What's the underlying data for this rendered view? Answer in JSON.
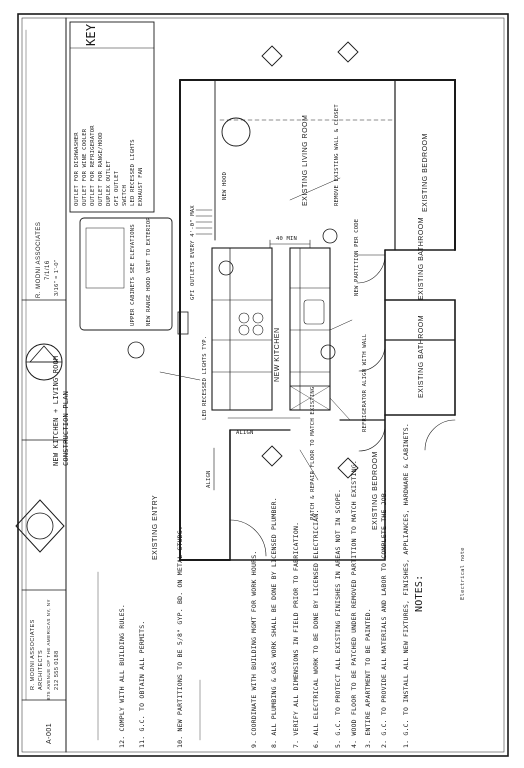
{
  "drawing": {
    "title_block": {
      "project": "NEW KITCHEN + LIVING ROOM",
      "sheet_title": "CONSTRUCTION PLAN",
      "scale": "3/16\" = 1'-0\"",
      "date": "7/1/16",
      "sheet_number": "A-001",
      "firm_name": "R. MODNI ASSOCIATES",
      "firm_type": "ARCHITECTS",
      "firm_address": "875 AVENUE OF THE AMERICAS NY, NY",
      "firm_phone": "212 555 0188"
    },
    "rooms": {
      "living": "EXISTING LIVING ROOM",
      "bedroom_top": "EXISTING BEDROOM",
      "bath_1": "EXISTING BATHROOM",
      "bath_2": "EXISTING BATHROOM",
      "bedroom_bottom": "EXISTING BEDROOM",
      "kitchen": "NEW KITCHEN",
      "entry": "EXISTING ENTRY"
    },
    "legend": {
      "header": "KEY",
      "items": [
        "OUTLET FOR DISHWASHER",
        "OUTLET FOR WINE COOLER",
        "OUTLET FOR REFRIGERATOR",
        "OUTLET FOR RANGE/HOOD",
        "DUPLEX OUTLET",
        "GFI OUTLET",
        "SWITCH",
        "LED RECESSED LIGHTS",
        "EXHAUST FAN"
      ]
    },
    "annotations": {
      "hood": "NEW HOOD",
      "align_1": "ALIGN",
      "align_2": "ALIGN",
      "dim_40": "40 MIN",
      "cabinet_note": "UPPER CABINETS SEE ELEVATIONS",
      "rangehood_note": "NEW RANGE HOOD VENT TO EXTERIOR",
      "refrigerator_note": "REFRIGERATOR ALIGN WITH WALL",
      "outlet_note": "GFI OUTLETS EVERY 4'-0\" MAX",
      "recessed_note": "LED RECESSED LIGHTS TYP.",
      "top_note": "REMOVE EXISTING WALL & CLOSET",
      "mid_note": "NEW PARTITION PER CODE",
      "bottom_note": "PATCH & REPAIR FLOOR TO MATCH EXISTING"
    },
    "notes": {
      "header": "NOTES:",
      "items": [
        "1. G.C. TO INSTALL ALL NEW FIXTURES, FINISHES, APPLIANCES, HARDWARE & CABINETS.",
        "2. G.C. TO PROVIDE ALL MATERIALS AND LABOR TO COMPLETE THE JOB.",
        "3. ENTIRE APARTMENT TO BE PAINTED.",
        "4. WOOD FLOOR TO BE PATCHED UNDER REMOVED PARTITION TO MATCH EXISTING.",
        "5. G.C. TO PROTECT ALL EXISTING FINISHES IN AREAS NOT IN SCOPE.",
        "6. ALL ELECTRICAL WORK TO BE DONE BY LICENSED ELECTRICIAN.",
        "7. VERIFY ALL DIMENSIONS IN FIELD PRIOR TO FABRICATION.",
        "8. ALL PLUMBING & GAS WORK SHALL BE DONE BY LICENSED PLUMBER.",
        "9. COORDINATE WITH BUILDING MGMT FOR WORK HOURS.",
        "10. NEW PARTITIONS TO BE 5/8\" GYP. BD. ON METAL STUDS.",
        "11. G.C. TO OBTAIN ALL PERMITS.",
        "12. COMPLY WITH ALL BUILDING RULES."
      ],
      "margin_note": "Electrical note"
    }
  }
}
